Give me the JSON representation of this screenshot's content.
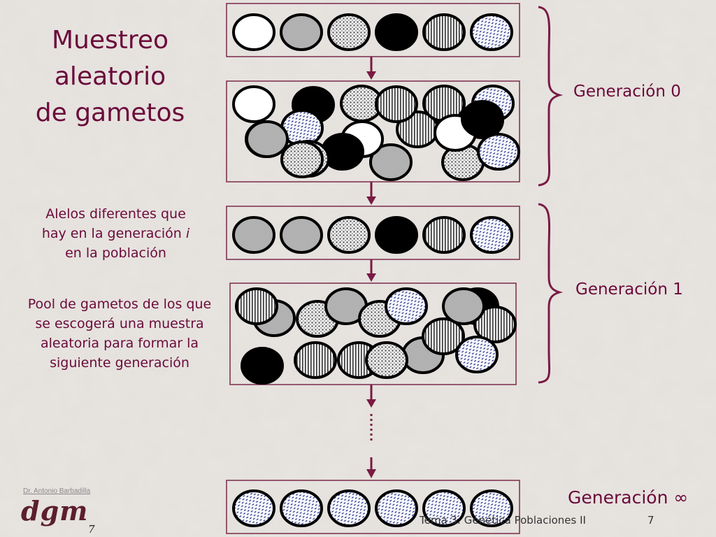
{
  "title_lines": [
    "Muestreo",
    "aleatorio",
    "de gametos"
  ],
  "caption_alleles": {
    "line1": "Alelos diferentes que",
    "line2_prefix": "hay en la generación ",
    "line2_italic": "i",
    "line3": "en la población"
  },
  "caption_pool": {
    "line1": "Pool de gametos de los que",
    "line2": "se escogerá una muestra",
    "line3": "aleatoria para formar la",
    "line4": "siguiente generación"
  },
  "generations": {
    "gen0": "Generación 0",
    "gen1": "Generación 1",
    "gen_inf": "Generación ∞"
  },
  "footer": {
    "author": "Dr. Antonio Barbadilla",
    "logo": "dgm",
    "slide_number_left": "7",
    "course": "Tema 3: Genética Poblaciones II",
    "page": "7"
  },
  "colors": {
    "accent": "#6b0a3a",
    "box_border": "#7a2a4a",
    "background": "#e4e0dc"
  },
  "rows": {
    "gen0_alleles": [
      "white",
      "gray",
      "dotted",
      "black",
      "vstripe",
      "hatch"
    ],
    "gen1_alleles": [
      "gray",
      "gray",
      "dotted",
      "black",
      "vstripe",
      "hatch"
    ],
    "gen_inf_alleles": [
      "hatch",
      "hatch",
      "hatch",
      "hatch",
      "hatch",
      "hatch"
    ]
  },
  "pools": {
    "gen0_pool": [
      "black",
      "white",
      "dotted",
      "gray",
      "vstripe",
      "hatch",
      "black",
      "gray",
      "vstripe",
      "white",
      "vstripe",
      "dotted",
      "white",
      "black",
      "hatch",
      "dotted",
      "black",
      "gray",
      "dotted",
      "hatch"
    ],
    "gen1_pool": [
      "gray",
      "vstripe",
      "dotted",
      "gray",
      "dotted",
      "hatch",
      "gray",
      "black",
      "vstripe",
      "vstripe",
      "black",
      "vstripe",
      "vstripe",
      "dotted",
      "gray",
      "hatch"
    ]
  }
}
